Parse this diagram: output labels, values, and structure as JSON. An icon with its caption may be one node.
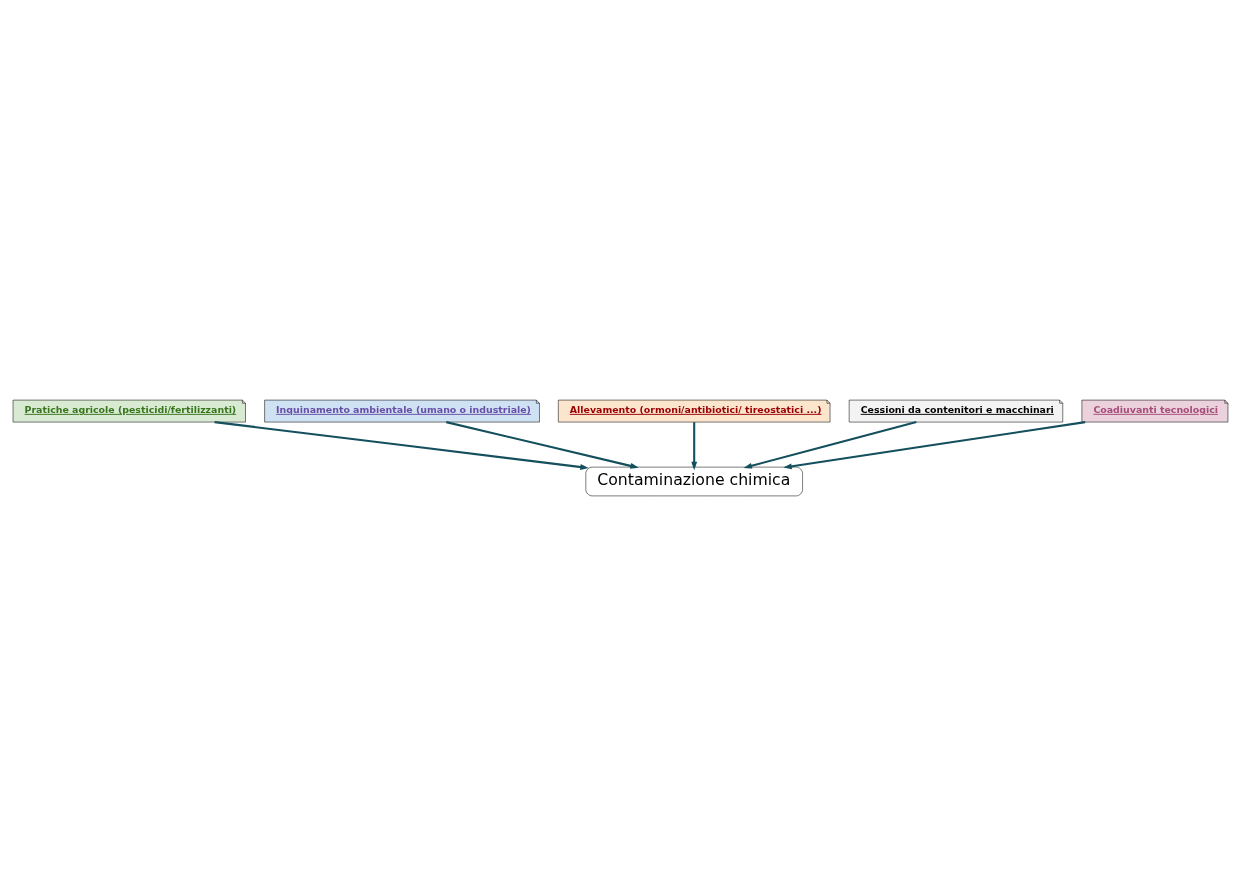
{
  "diagram": {
    "nodes": [
      {
        "text": [
          "Contaminazione chimica"
        ]
      },
      {
        "text": [
          "Pratiche agricole (pesticidi/fertilizzanti)"
        ]
      },
      {
        "text": [
          "Inquinamento ambientale (umano o industriale)"
        ]
      },
      {
        "text": [
          "Allevamento (ormoni/antibiotici/ tireostatici ...)"
        ]
      },
      {
        "text": [
          "Cessioni da contenitori e macchinari"
        ]
      },
      {
        "text": [
          "Coadiuvanti tecnologici"
        ]
      }
    ],
    "edges": [
      {
        "from": 1,
        "to": 0,
        "arrow": "to"
      },
      {
        "from": 2,
        "to": 0,
        "arrow": "to"
      },
      {
        "from": 3,
        "to": 0,
        "arrow": "to"
      },
      {
        "from": 4,
        "to": 0,
        "arrow": "to"
      },
      {
        "from": 5,
        "to": 0,
        "arrow": "to"
      }
    ]
  }
}
